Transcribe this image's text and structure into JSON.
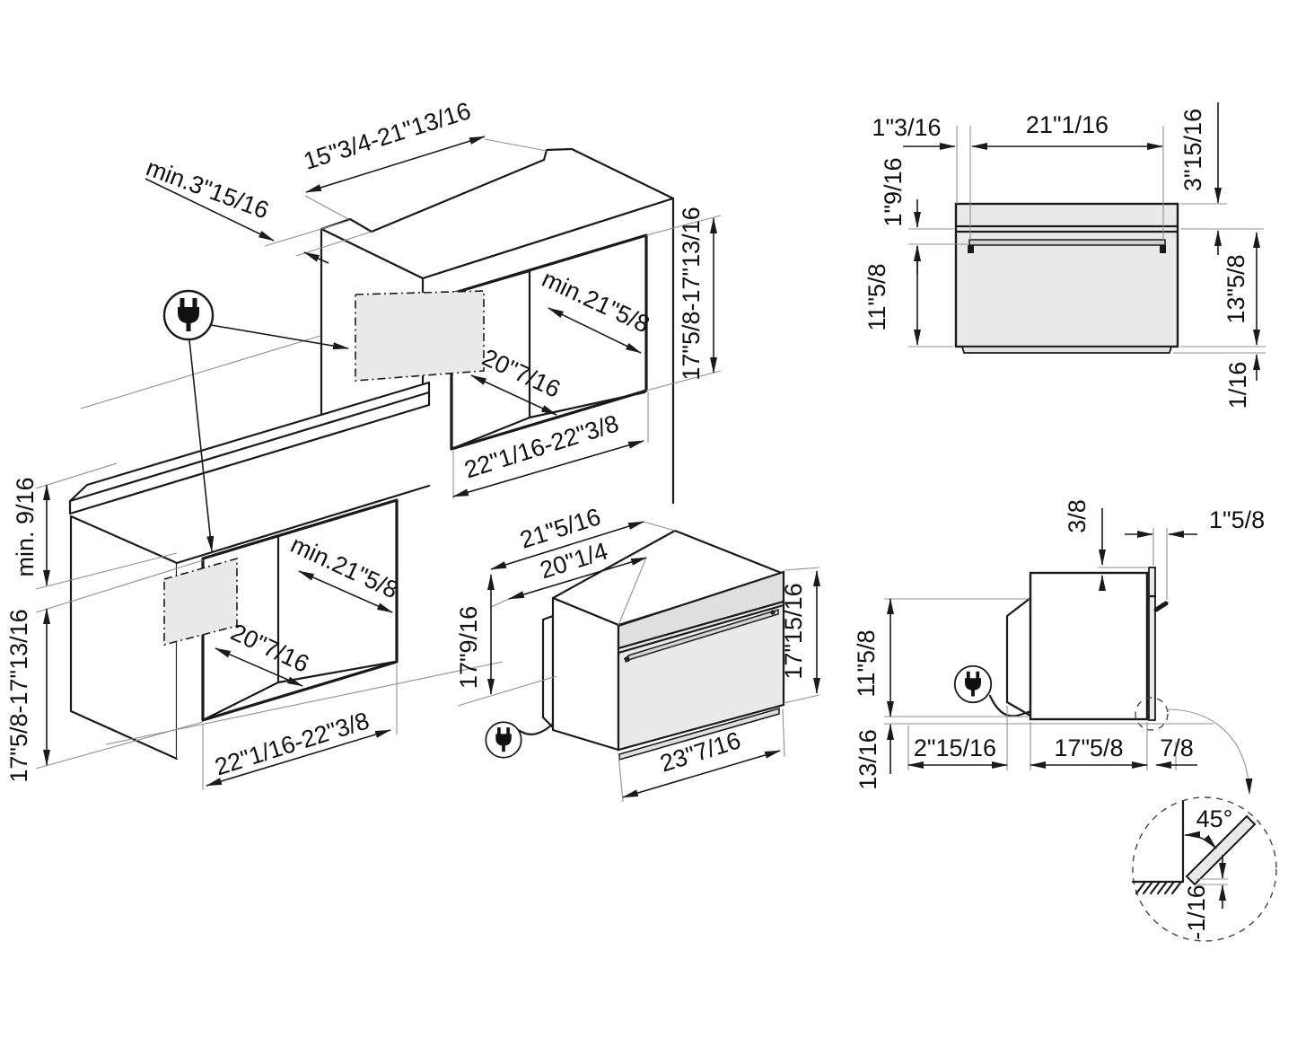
{
  "app": {
    "title": "Built-in oven installation diagram"
  },
  "labels": {
    "tall": {
      "top_clearance": "min.3\"15/16",
      "vent_width": "15\"3/4-21\"13/16",
      "niche_width": "min.21\"5/8",
      "niche_depth": "20\"7/16",
      "niche_height": "17\"5/8-17\"13/16",
      "front_width": "22\"1/16-22\"3/8"
    },
    "base": {
      "counter_gap": "min. 9/16",
      "niche_height": "17\"5/8-17\"13/16",
      "niche_width": "min.21\"5/8",
      "niche_depth": "20\"7/16",
      "front_width": "22\"1/16-22\"3/8"
    },
    "oven": {
      "depth_overall": "21\"5/16",
      "depth_body": "20\"1/4",
      "niche_height": "17\"9/16",
      "height": "17\"15/16",
      "width": "23\"7/16"
    },
    "front": {
      "side_offset": "1\"3/16",
      "handle_span": "21\"1/16",
      "panel_height": "3\"15/16",
      "top_offset": "1\"9/16",
      "door_height": "11\"5/8",
      "body_height": "13\"5/8",
      "plinth_gap": "1/16"
    },
    "side": {
      "top_gap": "3/8",
      "front_offset": "1\"5/8",
      "height": "11\"5/8",
      "bottom_gap": "13/16",
      "rear_clearance": "2\"15/16",
      "depth": "17\"5/8",
      "door_offset": "7/8"
    },
    "detail": {
      "angle": "45°",
      "clearance": "-1/16"
    }
  }
}
